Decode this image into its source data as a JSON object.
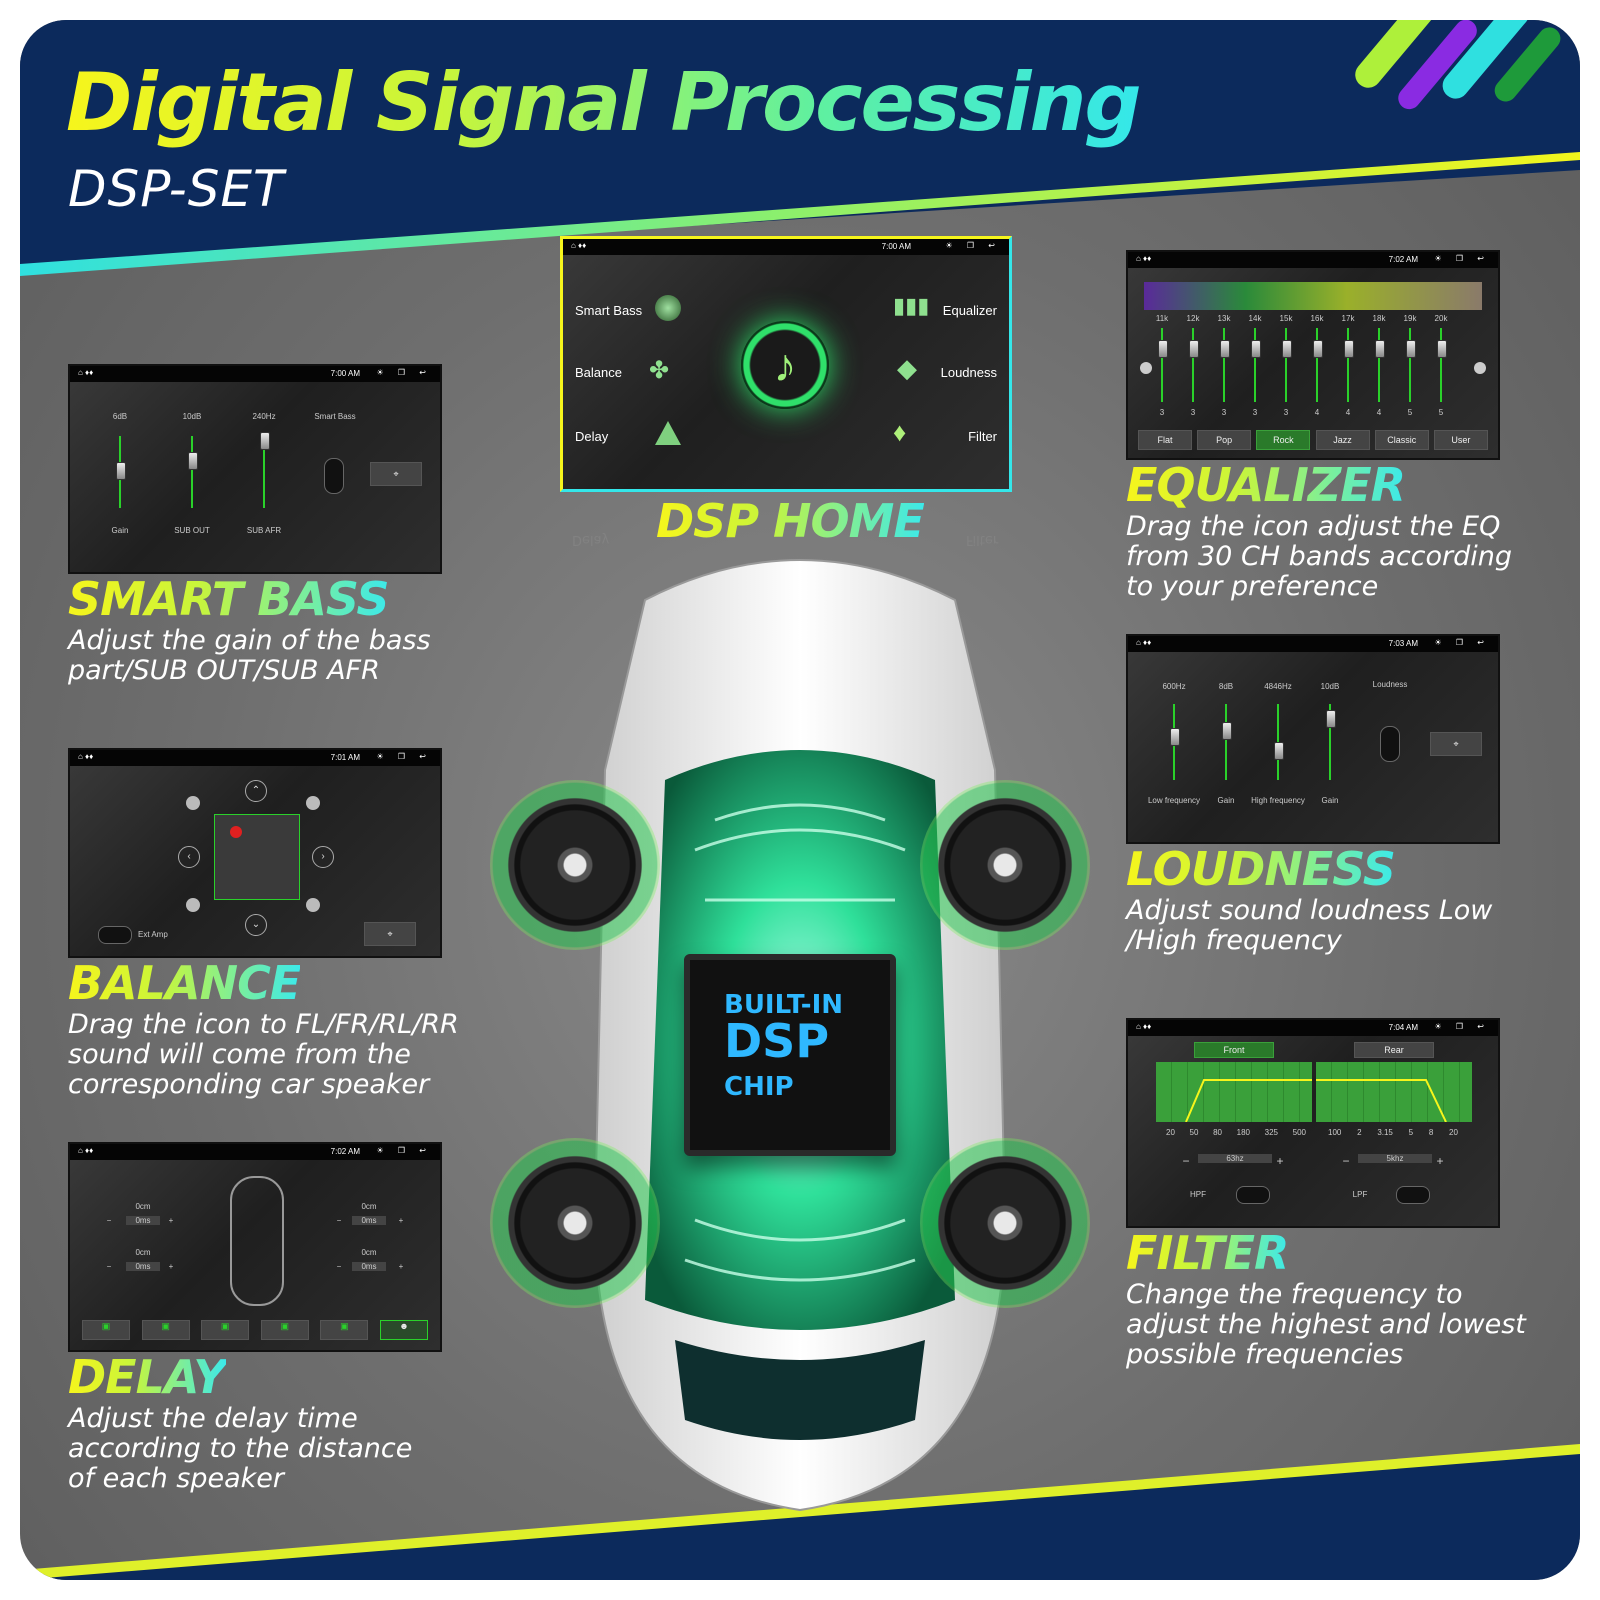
{
  "header": {
    "title": "Digital Signal Processing",
    "subtitle": "DSP-SET"
  },
  "dsp_home": {
    "label": "DSP HOME",
    "status_time": "7:00 AM",
    "items": {
      "smart_bass": "Smart Bass",
      "balance": "Balance",
      "delay": "Delay",
      "equalizer": "Equalizer",
      "loudness": "Loudness",
      "filter": "Filter"
    },
    "reflection_left": "Delay",
    "reflection_right": "Filter"
  },
  "chip": {
    "line1": "BUILT-IN",
    "line2": "DSP",
    "line3": "CHIP"
  },
  "smart_bass": {
    "heading": "SMART BASS",
    "description": "Adjust the gain of the bass\npart/SUB OUT/SUB AFR",
    "screen": {
      "time": "7:00 AM",
      "labels_top": [
        "6dB",
        "10dB",
        "240Hz"
      ],
      "labels_bottom": [
        "Gain",
        "SUB OUT",
        "SUB AFR"
      ],
      "toggle_label": "Smart Bass"
    }
  },
  "balance": {
    "heading": "BALANCE",
    "description": "Drag the icon to FL/FR/RL/RR\nsound will come from the\ncorresponding car speaker",
    "screen": {
      "time": "7:01 AM",
      "toggle_label": "Ext Amp"
    }
  },
  "delay": {
    "heading": "DELAY",
    "description": "Adjust the delay time\naccording to the distance\nof each speaker",
    "screen": {
      "time": "7:02 AM",
      "cm": "0cm",
      "ms": "0ms"
    }
  },
  "equalizer": {
    "heading": "EQUALIZER",
    "description": "Drag the icon adjust the EQ\nfrom 30 CH bands according\nto your preference",
    "screen": {
      "time": "7:02 AM",
      "freqs": [
        "11k",
        "12k",
        "13k",
        "14k",
        "15k",
        "16k",
        "17k",
        "18k",
        "19k",
        "20k"
      ],
      "values": [
        "3",
        "3",
        "3",
        "3",
        "3",
        "4",
        "4",
        "4",
        "5",
        "5"
      ],
      "presets": [
        "Flat",
        "Pop",
        "Rock",
        "Jazz",
        "Classic",
        "User"
      ],
      "active_preset": "Rock"
    }
  },
  "loudness": {
    "heading": "LOUDNESS",
    "description": "Adjust sound loudness Low\n/High frequency",
    "screen": {
      "time": "7:03 AM",
      "labels_top": [
        "600Hz",
        "8dB",
        "4846Hz",
        "10dB"
      ],
      "labels_bottom": [
        "Low frequency",
        "Gain",
        "High frequency",
        "Gain"
      ],
      "toggle_label": "Loudness"
    }
  },
  "filter": {
    "heading": "FILTER",
    "description": "Change the frequency to\nadjust the highest and lowest\npossible frequencies",
    "screen": {
      "time": "7:04 AM",
      "front_label": "Front",
      "rear_label": "Rear",
      "front_axis": [
        "20",
        "50",
        "80",
        "180",
        "325",
        "500"
      ],
      "rear_axis": [
        "100",
        "2",
        "3.15",
        "5",
        "8",
        "20"
      ],
      "front_value": "63hz",
      "rear_value": "5khz",
      "hpf_label": "HPF",
      "lpf_label": "LPF"
    }
  },
  "colors": {
    "navy": "#0c2a5c",
    "yellow": "#f6f51c",
    "cyan": "#34e7ea",
    "green": "#2ad12a"
  }
}
